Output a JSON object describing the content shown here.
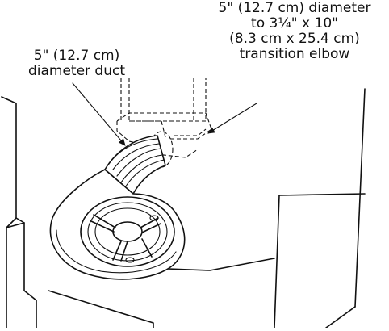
{
  "labels": {
    "duct": {
      "lines": [
        "5\" (12.7 cm)",
        "diameter duct"
      ]
    },
    "elbow": {
      "lines": [
        "5\" (12.7 cm) diameter",
        "to 3¼\" x 10\"",
        "(8.3 cm x 25.4 cm)",
        "transition elbow"
      ]
    }
  }
}
